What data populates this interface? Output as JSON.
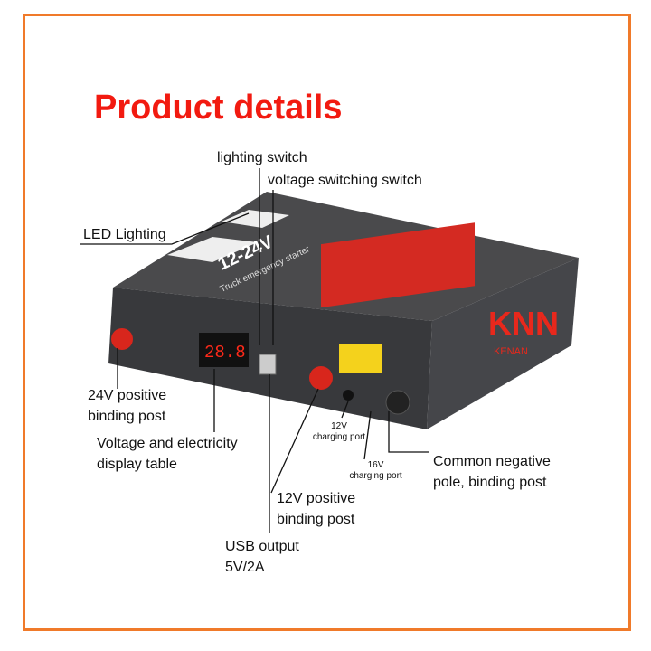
{
  "title": "Product details",
  "labels": {
    "lighting_switch": "lighting switch",
    "voltage_switch": "voltage switching switch",
    "led": "LED Lighting",
    "pos24_1": "24V positive",
    "pos24_2": "binding post",
    "display_1": "Voltage and electricity",
    "display_2": "display table",
    "port12_1": "12V",
    "port12_2": "charging port",
    "port16_1": "16V",
    "port16_2": "charging port",
    "neg_1": "Common negative",
    "neg_2": "pole, binding post",
    "pos12_1": "12V positive",
    "pos12_2": "binding post",
    "usb_1": "USB output",
    "usb_2": "5V/2A"
  },
  "device": {
    "display_value": "28.8",
    "top_text": "12-24V",
    "subtitle": "Truck emergency starter",
    "brand": "KNN",
    "brand_sub": "KENAN"
  },
  "colors": {
    "border": "#f07a2a",
    "title": "#f21a10"
  }
}
